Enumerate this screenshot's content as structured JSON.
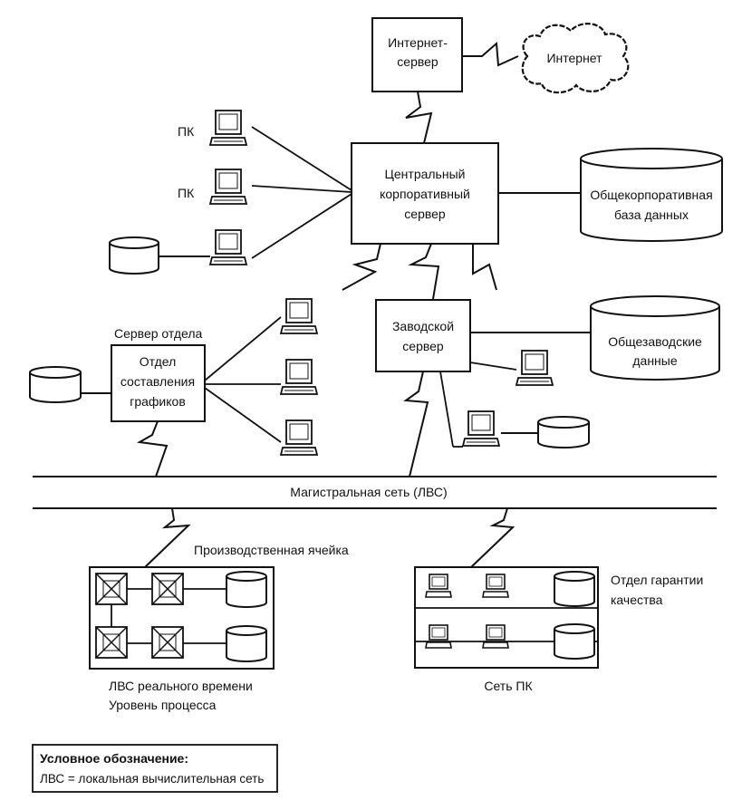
{
  "labels": {
    "internet_server_1": "Интернет-",
    "internet_server_2": "сервер",
    "internet": "Интернет",
    "pc1": "ПК",
    "pc2": "ПК",
    "central_server_1": "Центральный",
    "central_server_2": "корпоративный",
    "central_server_3": "сервер",
    "corp_db_1": "Общекорпоративная",
    "corp_db_2": "база данных",
    "dept_server_title": "Сервер отдела",
    "dept_server_1": "Отдел",
    "dept_server_2": "составления",
    "dept_server_3": "графиков",
    "plant_server_1": "Заводской",
    "plant_server_2": "сервер",
    "plant_data_1": "Общезаводские",
    "plant_data_2": "данные",
    "backbone": "Магистральная сеть (ЛВС)",
    "production_cell": "Производственная ячейка",
    "qa_dept_1": "Отдел гарантии",
    "qa_dept_2": "качества",
    "realtime_lan_1": "ЛВС реального времени",
    "realtime_lan_2": "Уровень процесса",
    "pc_network": "Сеть ПК"
  },
  "legend": {
    "title": "Условное обозначение:",
    "text": "ЛВС = локальная вычислительная сеть"
  }
}
